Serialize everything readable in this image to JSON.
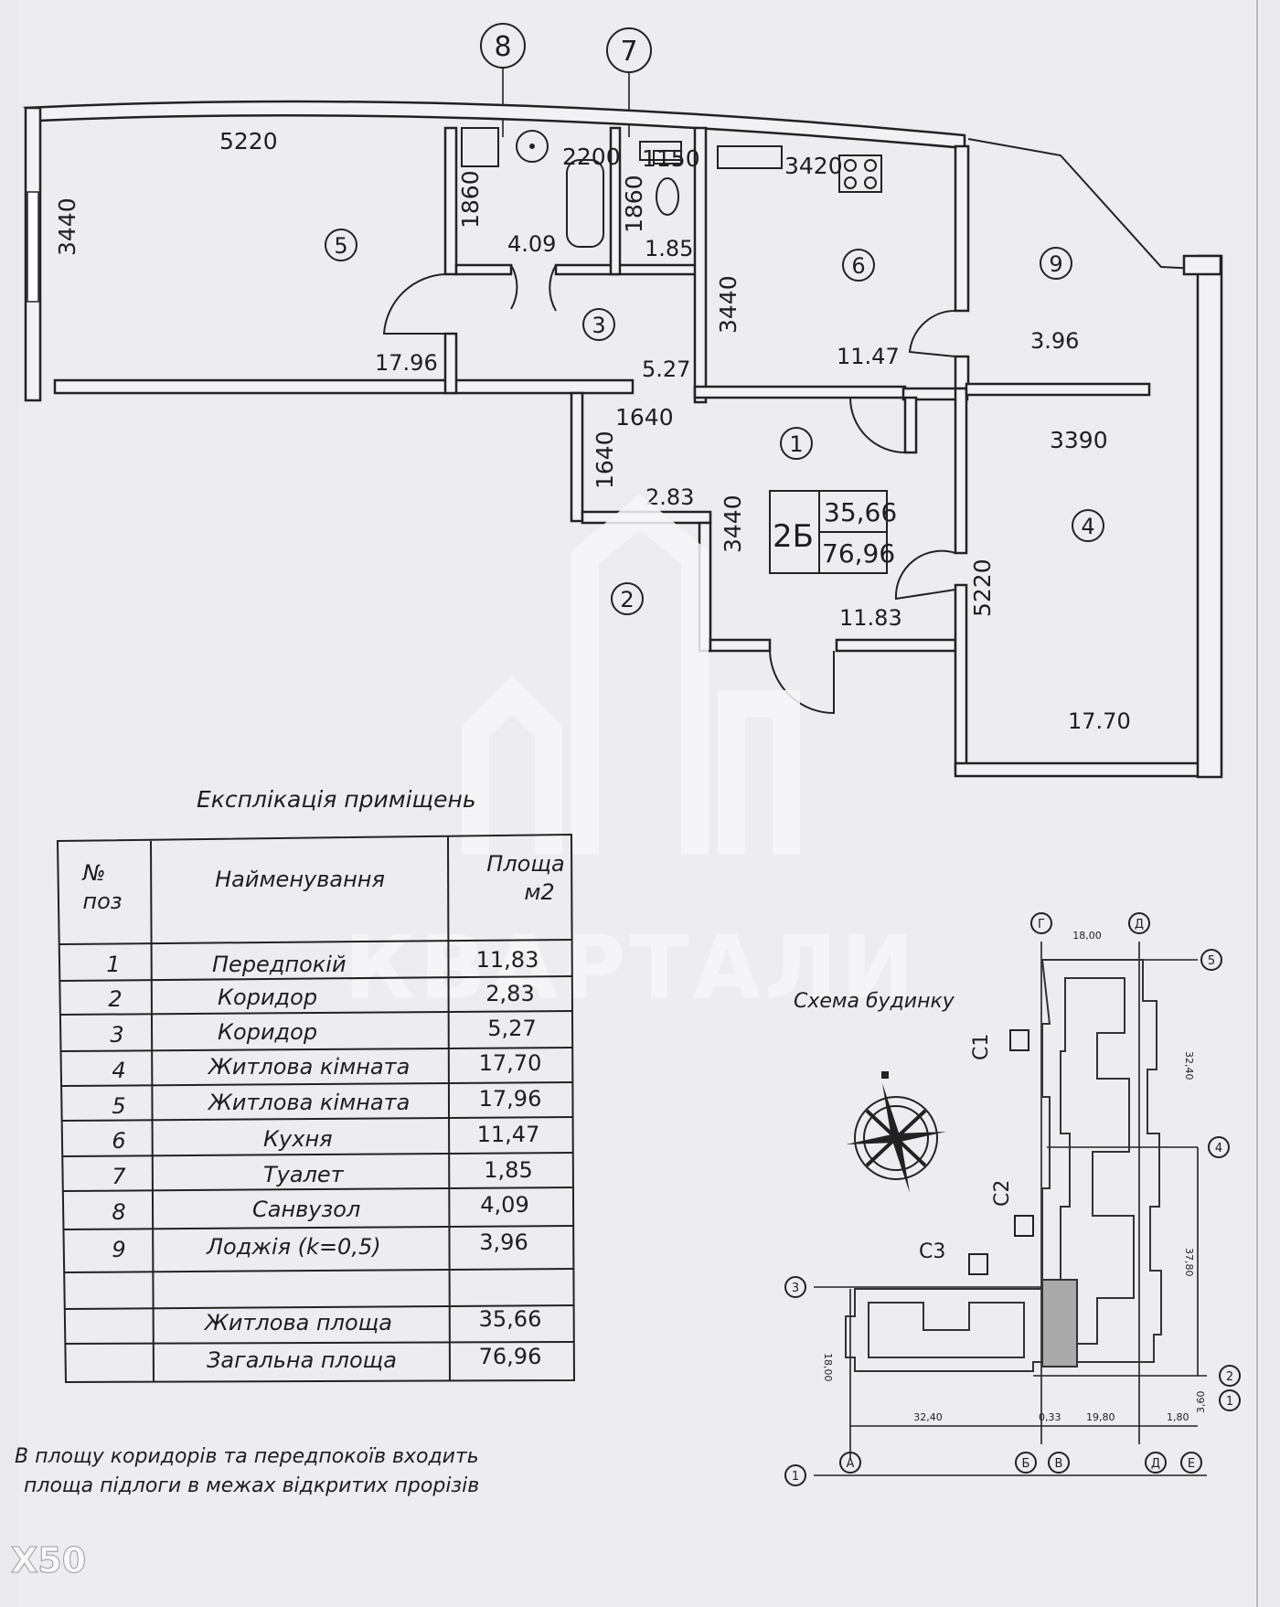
{
  "axes_top": [
    "8",
    "7"
  ],
  "plan": {
    "dims": {
      "d5220_top": "5220",
      "d3440_left": "3440",
      "d1860_a": "1860",
      "d2200": "2200",
      "d1860_b": "1860",
      "d1150": "1150",
      "d3420": "3420",
      "d3440_mid": "3440",
      "d1640_h": "1640",
      "d1640_v": "1640",
      "d3440_low": "3440",
      "d3390": "3390",
      "d5220_right": "5220"
    },
    "rooms": [
      {
        "no": "5",
        "area": "17.96"
      },
      {
        "no": "3",
        "area": "5.27"
      },
      {
        "no": "8",
        "area": "4.09"
      },
      {
        "no": "7",
        "area": "1.85"
      },
      {
        "no": "6",
        "area": "11.47"
      },
      {
        "no": "9",
        "area": "3.96"
      },
      {
        "no": "1",
        "area": "11.83"
      },
      {
        "no": "2",
        "area": "2.83"
      },
      {
        "no": "4",
        "area": "17.70"
      }
    ],
    "unit": {
      "type": "2Б",
      "living": "35,66",
      "total": "76,96"
    }
  },
  "explication": {
    "title": "Експлікація приміщень",
    "headers": {
      "no_line1": "№",
      "no_line2": "поз",
      "name": "Найменування",
      "area_line1": "Площа",
      "area_line2": "м2"
    },
    "rows": [
      {
        "no": "1",
        "name": "Передпокій",
        "area": "11,83"
      },
      {
        "no": "2",
        "name": "Коридор",
        "area": "2,83"
      },
      {
        "no": "3",
        "name": "Коридор",
        "area": "5,27"
      },
      {
        "no": "4",
        "name": "Житлова кімната",
        "area": "17,70"
      },
      {
        "no": "5",
        "name": "Житлова кімната",
        "area": "17,96"
      },
      {
        "no": "6",
        "name": "Кухня",
        "area": "11,47"
      },
      {
        "no": "7",
        "name": "Туалет",
        "area": "1,85"
      },
      {
        "no": "8",
        "name": "Санвузол",
        "area": "4,09"
      },
      {
        "no": "9",
        "name": "Лоджія (k=0,5)",
        "area": "3,96"
      }
    ],
    "totals": [
      {
        "name": "Житлова площа",
        "area": "35,66"
      },
      {
        "name": "Загальна площа",
        "area": "76,96"
      }
    ]
  },
  "scheme": {
    "title": "Схема будинку",
    "sections": [
      "C1",
      "C2",
      "C3"
    ],
    "axis_letters": [
      "Г",
      "Д",
      "А",
      "Б",
      "В",
      "Д",
      "Е"
    ],
    "axis_numbers": [
      "5",
      "4",
      "3",
      "2",
      "1",
      "1"
    ],
    "dims": {
      "top": "18,00",
      "right_upper": "32,40",
      "right_lower": "37,80",
      "left": "18,00",
      "bottom_a": "32,40",
      "bottom_b": "0,33",
      "bottom_c": "19,80",
      "bottom_d": "1,80",
      "bottom_e": "3,60"
    }
  },
  "watermark": "КВАРТАЛИ",
  "note": [
    "В площу коридорів та передпокоїв входить",
    "площа підлоги в межах відкритих прорізів"
  ],
  "camera_tag": "X50"
}
